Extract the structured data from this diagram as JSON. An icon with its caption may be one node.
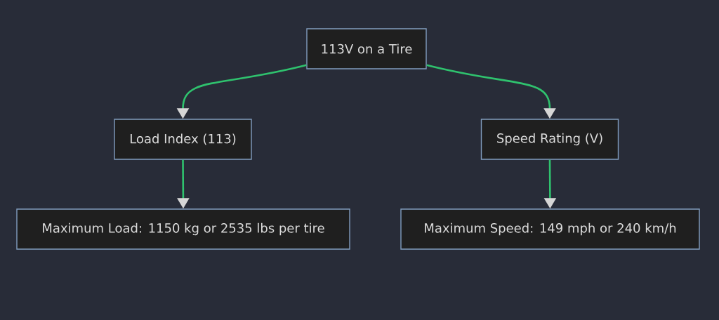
{
  "diagram": {
    "nodes": [
      {
        "text": [
          "113V on a Tire"
        ]
      },
      {
        "text": [
          "Load Index (113)"
        ]
      },
      {
        "text": [
          "Speed Rating (V)"
        ]
      },
      {
        "text": [
          "Maximum Load: 1150 kg or 2535 lbs per tire"
        ]
      },
      {
        "text": [
          "Maximum Speed: 149 mph or 240 km/h"
        ]
      }
    ],
    "edges": [
      {
        "from": 0,
        "to": 1,
        "arrow": "to"
      },
      {
        "from": 0,
        "to": 2,
        "arrow": "to"
      },
      {
        "from": 1,
        "to": 3,
        "arrow": "to"
      },
      {
        "from": 2,
        "to": 4,
        "arrow": "to"
      }
    ]
  }
}
